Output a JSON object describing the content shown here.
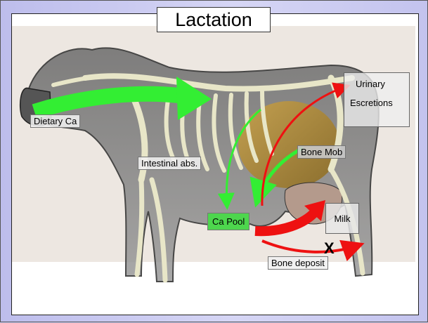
{
  "title": "Lactation",
  "labels": {
    "dietary_ca": "Dietary Ca",
    "intestinal_abs": "Intestinal abs.",
    "ca_pool": "Ca Pool",
    "bone_mob": "Bone Mob",
    "urinary_line1": "Urinary",
    "urinary_line2": "Escretions",
    "milk": "Milk",
    "bone_deposit": "Bone deposit",
    "blocked_mark": "X"
  },
  "colors": {
    "absorption_arrow": "#33ee33",
    "loss_arrow": "#ee1111",
    "ca_pool_fill": "#4dd64d",
    "slide_background": "#c8c8ef"
  },
  "illustration": "cow-skeleton-anatomy"
}
